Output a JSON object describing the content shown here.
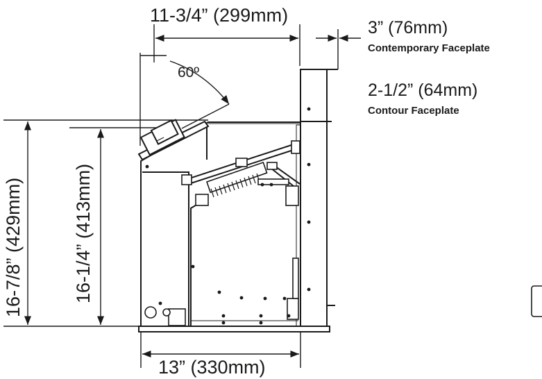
{
  "dimensions": {
    "top_width": "11-3/4” (299mm)",
    "bottom_width": "13” (330mm)",
    "left_outer_height": "16-7/8” (429mm)",
    "left_inner_height": "16-1/4” (413mm)",
    "angle": "60º"
  },
  "faceplates": [
    {
      "depth": "3” (76mm)",
      "name": "Contemporary Faceplate"
    },
    {
      "depth": "2-1/2” (64mm)",
      "name": "Contour Faceplate"
    }
  ],
  "colors": {
    "line": "#1a1a1a",
    "background": "#ffffff"
  }
}
